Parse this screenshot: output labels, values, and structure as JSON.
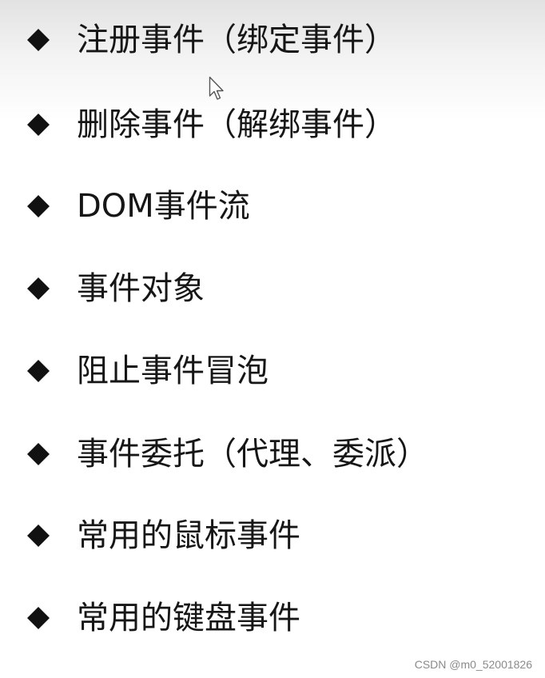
{
  "slide": {
    "items": [
      {
        "label": "注册事件（绑定事件）",
        "icon": "diamond-bullet-icon"
      },
      {
        "label": "删除事件（解绑事件）",
        "icon": "diamond-bullet-icon"
      },
      {
        "label": "DOM事件流",
        "icon": "diamond-bullet-icon"
      },
      {
        "label": "事件对象",
        "icon": "diamond-bullet-icon"
      },
      {
        "label": "阻止事件冒泡",
        "icon": "diamond-bullet-icon"
      },
      {
        "label": "事件委托（代理、委派）",
        "icon": "diamond-bullet-icon"
      },
      {
        "label": "常用的鼠标事件",
        "icon": "diamond-bullet-icon"
      },
      {
        "label": "常用的键盘事件",
        "icon": "diamond-bullet-icon"
      }
    ]
  },
  "watermark": {
    "text": "CSDN @m0_52001826"
  },
  "colors": {
    "text": "#161616",
    "bullet": "#111111",
    "watermark": "#8a8a8a"
  },
  "cursor": {
    "icon": "mouse-pointer-icon"
  }
}
